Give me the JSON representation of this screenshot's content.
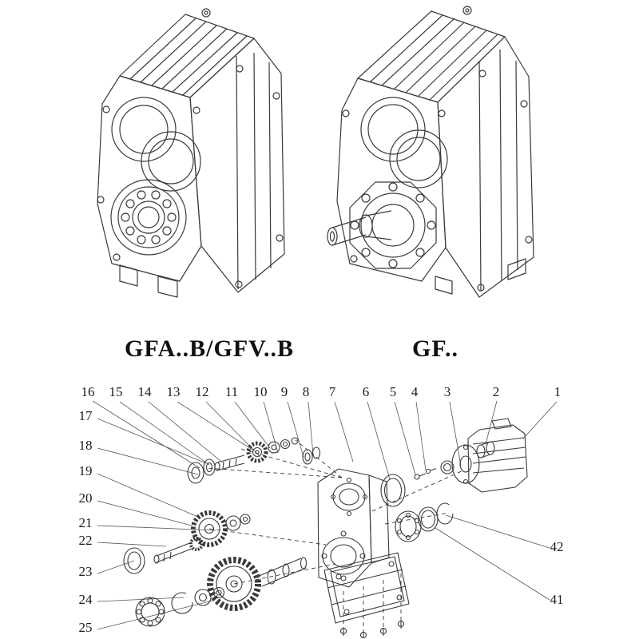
{
  "page": {
    "background": "#ffffff",
    "line_color": "#3a3a3a",
    "text_color": "#1c1c1c"
  },
  "models": {
    "left_label": "GFA..B/GFV..B",
    "right_label": "GF.."
  },
  "exploded": {
    "top_numbers": [
      "16",
      "15",
      "14",
      "13",
      "12",
      "11",
      "10",
      "9",
      "8",
      "7",
      "6",
      "5",
      "4",
      "3",
      "2",
      "1"
    ],
    "left_numbers": [
      "17",
      "18",
      "19",
      "20",
      "21",
      "22",
      "23",
      "24",
      "25"
    ],
    "right_numbers": [
      "42",
      "41"
    ]
  }
}
